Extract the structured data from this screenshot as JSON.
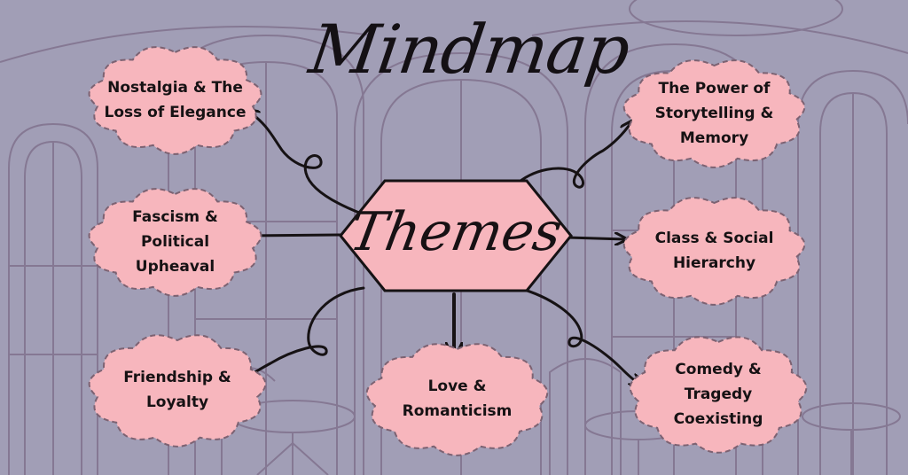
{
  "title": "Mindmap",
  "center": {
    "label": "Themes"
  },
  "nodes": [
    {
      "label": "Nostalgia & The Loss of Elegance"
    },
    {
      "label": "Fascism & Political Upheaval"
    },
    {
      "label": "Friendship & Loyalty"
    },
    {
      "label": "Love & Romanticism"
    },
    {
      "label": "The Power of Storytelling & Memory"
    },
    {
      "label": "Class & Social Hierarchy"
    },
    {
      "label": "Comedy & Tragedy Coexisting"
    }
  ],
  "colors": {
    "background": "#a19eb6",
    "node_fill": "#f7b6bd",
    "outline": "#7c6272",
    "ink": "#161214",
    "sketch": "#6f5a77"
  }
}
